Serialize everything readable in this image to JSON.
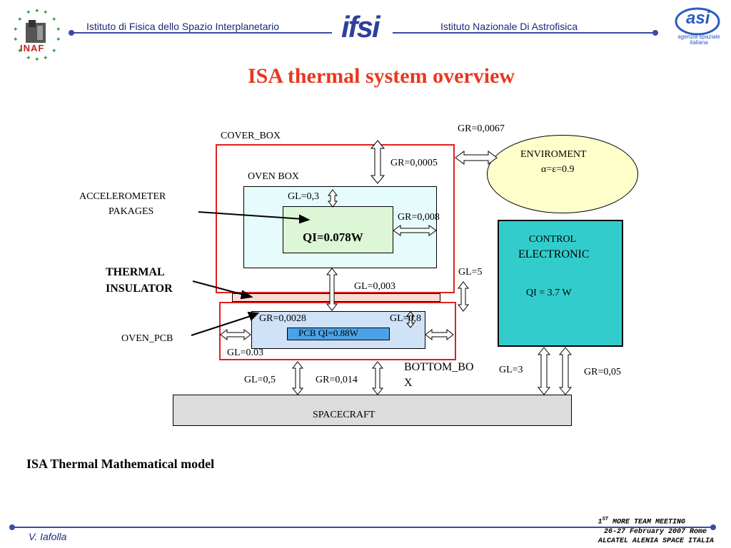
{
  "header": {
    "left_institute": "Istituto di Fisica dello Spazio Interplanetario",
    "right_institute": "Istituto Nazionale Di Astrofisica",
    "inaf_logo_text": "INAF",
    "ifsi_logo_text": "ifsi",
    "asi_logo_text": "asi",
    "asi_logo_subtext": "agenzia spaziale italiana"
  },
  "title": "ISA thermal system overview",
  "diagram": {
    "cover_box": "COVER_BOX",
    "oven_box": "OVEN BOX",
    "accelerometer": "ACCELEROMETER PAKAGES",
    "accelerometer_line1": "ACCELEROMETER",
    "accelerometer_line2": "PAKAGES",
    "qi_accel": "QI=0.078W",
    "thermal_insulator_line1": "THERMAL",
    "thermal_insulator_line2": "INSULATOR",
    "oven_pcb": "OVEN_PCB",
    "pcb_qi": "PCB QI=0.88W",
    "bottom_box_line1": "BOTTOM_BO",
    "bottom_box_line2": "X",
    "spacecraft": "SPACECRAFT",
    "environment": "ENVIROMENT",
    "environment_formula": "α=ε=0.9",
    "control_line1": "CONTROL",
    "control_line2": "ELECTRONIC",
    "control_qi": "QI = 3.7 W",
    "gr_env": "GR=0,0067",
    "gr_cover_top": "GR=0,0005",
    "gl_oven_top": "GL=0,3",
    "gr_oven_side": "GR=0,008",
    "gl_insulator": "GL=0,003",
    "gl_5": "GL=5",
    "gr_pcb": "GR=0,0028",
    "gl_pcb": "GL=0,8",
    "gl_pcb_side": "GL=0.03",
    "gl_bottom_left": "GL=0,5",
    "gr_bottom_right": "GR=0,014",
    "gl_control": "GL=3",
    "gr_control": "GR=0,05"
  },
  "caption": "ISA Thermal Mathematical model",
  "footer": {
    "author": "V. Iafolla",
    "meeting_sup": "ST",
    "meeting_prefix": "1",
    "meeting_rest": " MORE TEAM MEETING",
    "dates": "26-27 February 2007 Rome",
    "company": "ALCATEL ALENIA SPACE ITALIA"
  },
  "colors": {
    "title": "#e8381f",
    "header_line": "#3a4aa8",
    "red_border": "#e02020",
    "oven_fill": "#e6fbfb",
    "accel_fill": "#ddf7d6",
    "pcb_fill": "#cfe2f7",
    "pcb_label_fill": "#4aa3e8",
    "control_fill": "#33cccc",
    "environment_fill": "#ffffcc",
    "spacecraft_fill": "#dcdcdc",
    "insulator_fill": "#f7ddd3"
  }
}
